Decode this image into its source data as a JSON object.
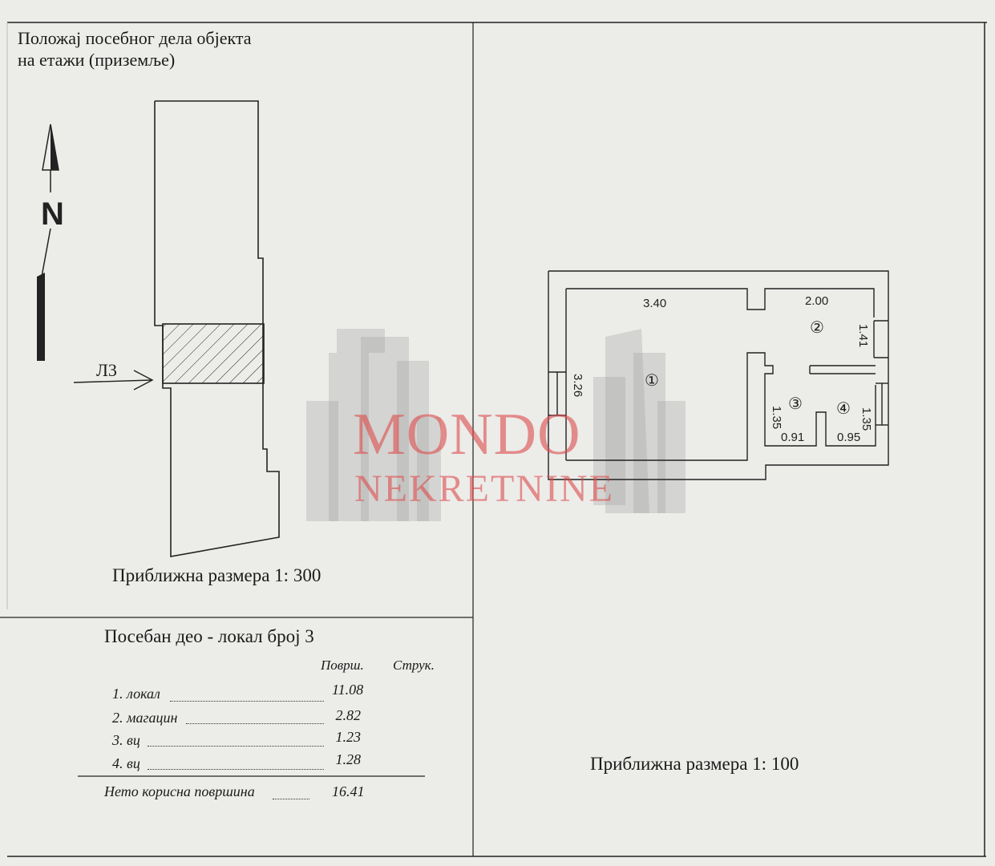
{
  "title": {
    "line1": "Положај посебног дела објекта",
    "line2": "на етажи  (приземље)"
  },
  "site_plan": {
    "north_label": "N",
    "entry_label": "Л3",
    "scale_label": "Приближна размера 1: 300"
  },
  "floor_plan": {
    "scale_label": "Приближна размера 1: 100",
    "dimensions": {
      "room1_width": "3.40",
      "room1_height": "3.26",
      "room2_width": "2.00",
      "room2_height": "1.41",
      "room3_height": "1.35",
      "room3_width": "0.91",
      "room4_height": "1.35",
      "room4_width": "0.95"
    },
    "room_markers": [
      "①",
      "②",
      "③",
      "④"
    ]
  },
  "unit": {
    "title": "Посебан део - локал број  3",
    "col_area": "Површ.",
    "col_structure": "Струк.",
    "rows": [
      {
        "label": "1.  локал",
        "area": "11.08"
      },
      {
        "label": "2.  магацин",
        "area": "2.82"
      },
      {
        "label": "3.  вц",
        "area": "1.23"
      },
      {
        "label": "4.  вц",
        "area": "1.28"
      }
    ],
    "total_label": "Нето корисна површина",
    "total_value": "16.41"
  },
  "watermark": {
    "brand_line1": "MONDO",
    "brand_line2": "NEKRETNINE"
  }
}
